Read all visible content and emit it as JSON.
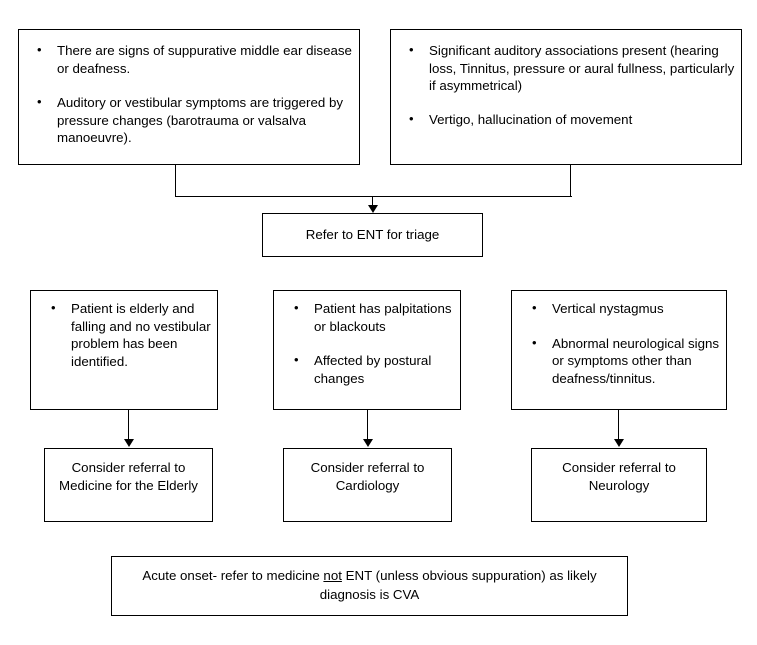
{
  "diagram": {
    "title": "Dizziness / vertigo referral pathway flowchart",
    "colors": {
      "border": "#000000",
      "background": "#ffffff",
      "text": "#000000"
    },
    "boxes": {
      "ear_disease": {
        "bullets": [
          "There  are  signs of suppurative middle ear disease or deafness.",
          " Auditory or vestibular symptoms are triggered by pressure  changes (barotrauma  or valsalva manoeuvre)."
        ]
      },
      "auditory_associations": {
        "bullets": [
          "Significant auditory associations present (hearing  loss, Tinnitus,  pressure  or aural fullness, particularly if asymmetrical)",
          "Vertigo, hallucination of movement"
        ]
      },
      "refer_ent": {
        "text": "Refer to ENT  for triage"
      },
      "elderly_falls": {
        "bullets": [
          "Patient is elderly and falling and no vestibular problem has been  identified."
        ]
      },
      "palpitations": {
        "bullets": [
          "Patient has palpitations or blackouts",
          "Affected by postural changes"
        ]
      },
      "neuro_signs": {
        "bullets": [
          "Vertical nystagmus",
          "Abnormal neurological signs or symptoms other than deafness/tinnitus."
        ]
      },
      "refer_medicine_elderly": {
        "line1": "Consider referral to",
        "line2": "Medicine for the Elderly"
      },
      "refer_cardiology": {
        "line1": "Consider referral to",
        "line2": "Cardiology"
      },
      "refer_neurology": {
        "line1": "Consider referral to",
        "line2": "Neurology"
      },
      "acute_onset": {
        "prefix": "Acute onset- refer to medicine ",
        "emphasis": "not",
        "suffix": " ENT (unless obvious suppuration) as likely diagnosis is CVA"
      }
    }
  }
}
